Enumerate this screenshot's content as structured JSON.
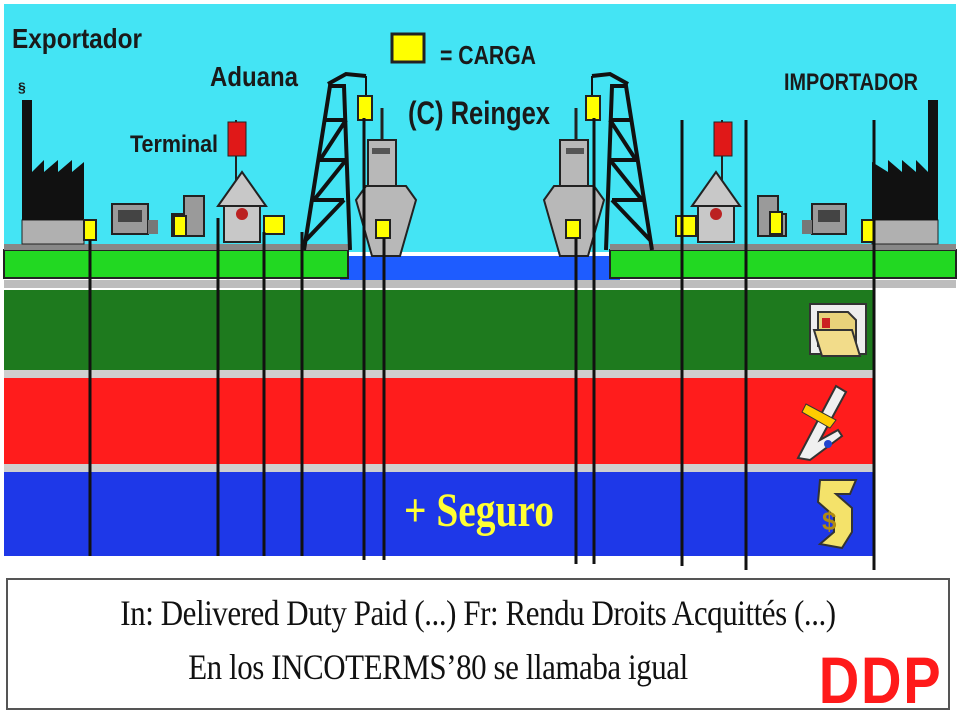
{
  "labels": {
    "exporter": "Exportador",
    "customs": "Aduana",
    "terminal": "Terminal",
    "cargo_legend": "= CARGA",
    "copyright": "(C) Reingex",
    "importer": "IMPORTADOR",
    "insurance": "+ Seguro"
  },
  "caption": {
    "line1": "In: Delivered Duty Paid (...) Fr: Rendu Droits Acquittés (...)",
    "line2": "En los INCOTERMS’80 se llamaba igual"
  },
  "term": "DDP",
  "colors": {
    "sky": "#44e4f4",
    "ground": "#22d822",
    "water": "#1e5cff",
    "band_documents": "#1e7a1e",
    "band_transport": "#ff1c1c",
    "band_insurance": "#1e38e8",
    "cargo": "#ffff00",
    "term": "#ff1a1a"
  },
  "icons": {
    "documents": "folder-documents-icon",
    "transport": "airplane-icon",
    "insurance": "money-bag-icon"
  }
}
